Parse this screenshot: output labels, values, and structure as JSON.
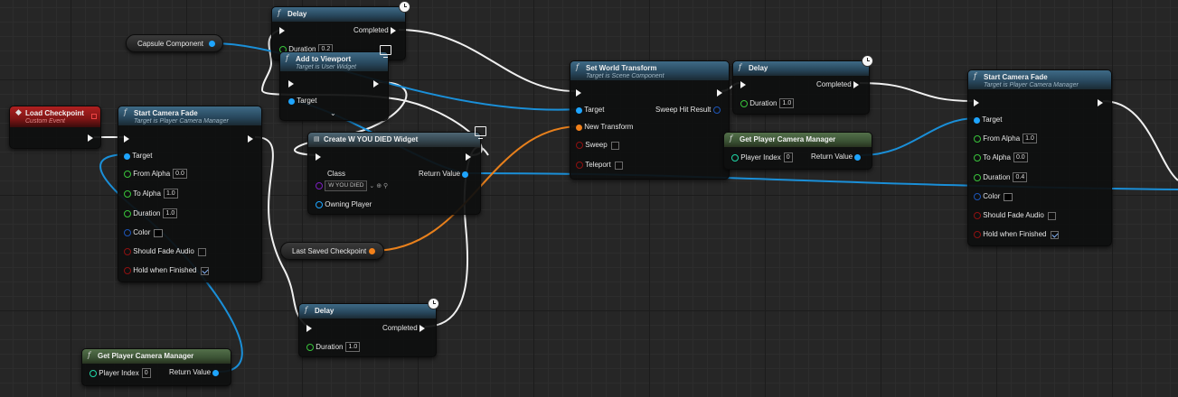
{
  "colors": {
    "exec": "#f2f2f2",
    "object": "#1ea5ff",
    "float": "#39c43b",
    "struct": "#f1801a",
    "bool": "#8e1111",
    "linear_color": "#1d55b8",
    "int": "#20d8a8",
    "class": "#7b1fbf"
  },
  "nodes": {
    "load_checkpoint": {
      "title": "Load Checkpoint",
      "subtitle": "Custom Event"
    },
    "fade1": {
      "title": "Start Camera Fade",
      "subtitle": "Target is Player Camera Manager",
      "target": "Target",
      "from_alpha": "From Alpha",
      "from_alpha_val": "0.0",
      "to_alpha": "To Alpha",
      "to_alpha_val": "1.0",
      "duration": "Duration",
      "duration_val": "1.0",
      "color": "Color",
      "should_fade_audio": "Should Fade Audio",
      "hold": "Hold when Finished"
    },
    "capsule": {
      "label": "Capsule Component"
    },
    "delay1": {
      "title": "Delay",
      "completed": "Completed",
      "duration": "Duration",
      "duration_val": "0.2"
    },
    "add_viewport": {
      "title": "Add to Viewport",
      "subtitle": "Target is User Widget",
      "target": "Target"
    },
    "create_widget": {
      "title": "Create W YOU DIED Widget",
      "class_label": "Class",
      "class_value": "W YOU DIED",
      "owning_player": "Owning Player",
      "return_value": "Return Value"
    },
    "last_saved": {
      "label": "Last Saved Checkpoint"
    },
    "delay2": {
      "title": "Delay",
      "completed": "Completed",
      "duration": "Duration",
      "duration_val": "1.0"
    },
    "gpcm1": {
      "title": "Get Player Camera Manager",
      "player_index": "Player Index",
      "player_index_val": "0",
      "return_value": "Return Value"
    },
    "set_world": {
      "title": "Set World Transform",
      "subtitle": "Target is Scene Component",
      "target": "Target",
      "sweep_hit": "Sweep Hit Result",
      "new_transform": "New Transform",
      "sweep": "Sweep",
      "teleport": "Teleport"
    },
    "delay3": {
      "title": "Delay",
      "completed": "Completed",
      "duration": "Duration",
      "duration_val": "1.0"
    },
    "gpcm2": {
      "title": "Get Player Camera Manager",
      "player_index": "Player Index",
      "player_index_val": "0",
      "return_value": "Return Value"
    },
    "fade2": {
      "title": "Start Camera Fade",
      "subtitle": "Target is Player Camera Manager",
      "target": "Target",
      "from_alpha": "From Alpha",
      "from_alpha_val": "1.0",
      "to_alpha": "To Alpha",
      "to_alpha_val": "0.0",
      "duration": "Duration",
      "duration_val": "0.4",
      "color": "Color",
      "should_fade_audio": "Should Fade Audio",
      "hold": "Hold when Finished"
    }
  }
}
